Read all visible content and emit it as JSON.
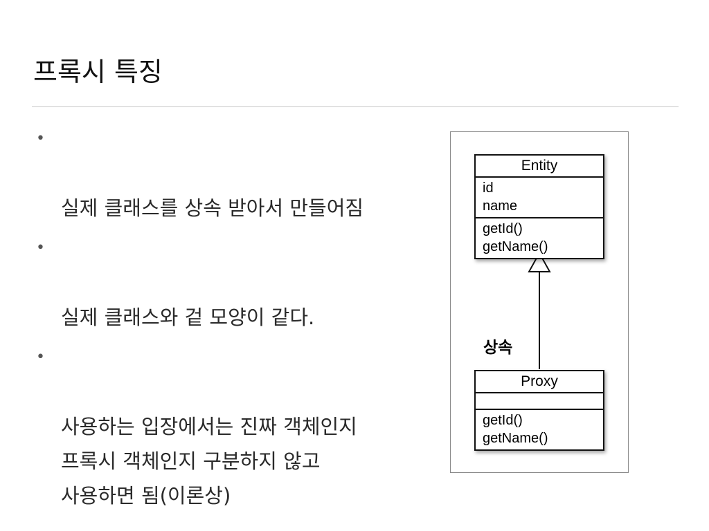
{
  "slide": {
    "title": "프록시 특징"
  },
  "bullets": [
    {
      "text": "실제 클래스를 상속 받아서 만들어짐"
    },
    {
      "text": "실제 클래스와 겉 모양이 같다."
    },
    {
      "text": "사용하는 입장에서는 진짜 객체인지\n프록시 객체인지 구분하지 않고\n사용하면 됨(이론상)"
    }
  ],
  "diagram": {
    "entity": {
      "name": "Entity",
      "attributes": [
        "id",
        "name"
      ],
      "methods": [
        "getId()",
        "getName()"
      ]
    },
    "proxy": {
      "name": "Proxy",
      "attributes": [],
      "methods": [
        "getId()",
        "getName()"
      ]
    },
    "relation": {
      "label": "상속",
      "type": "inheritance"
    }
  }
}
